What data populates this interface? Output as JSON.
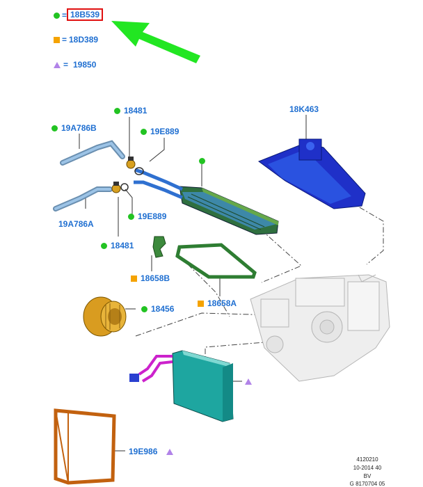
{
  "legend": [
    {
      "marker": "green-dot",
      "eq": "=",
      "code": "18B539",
      "highlight": true
    },
    {
      "marker": "orange-square",
      "eq": "=",
      "code": "18D389",
      "highlight": false
    },
    {
      "marker": "purple-triangle",
      "eq": "=",
      "code": "19850",
      "highlight": false
    }
  ],
  "labels": {
    "p18481_top": "18481",
    "p19a786b": "19A786B",
    "p19e889_top": "19E889",
    "p18k463": "18K463",
    "p19a786a": "19A786A",
    "p19e889_mid": "19E889",
    "p18481_mid": "18481",
    "p18658b": "18658B",
    "p18658a": "18658A",
    "p18456": "18456",
    "p19e986": "19E986"
  },
  "footer": {
    "line1": "4120210",
    "line2": "10-2014 40",
    "line3": "BV",
    "line4": "G 8170704 05"
  },
  "colors": {
    "marker_green": "#22c322",
    "marker_orange": "#f5a300",
    "marker_purple": "#b183e8",
    "label_blue": "#1f6fd1",
    "highlight_red": "#e01010",
    "arrow_green": "#22e622"
  }
}
